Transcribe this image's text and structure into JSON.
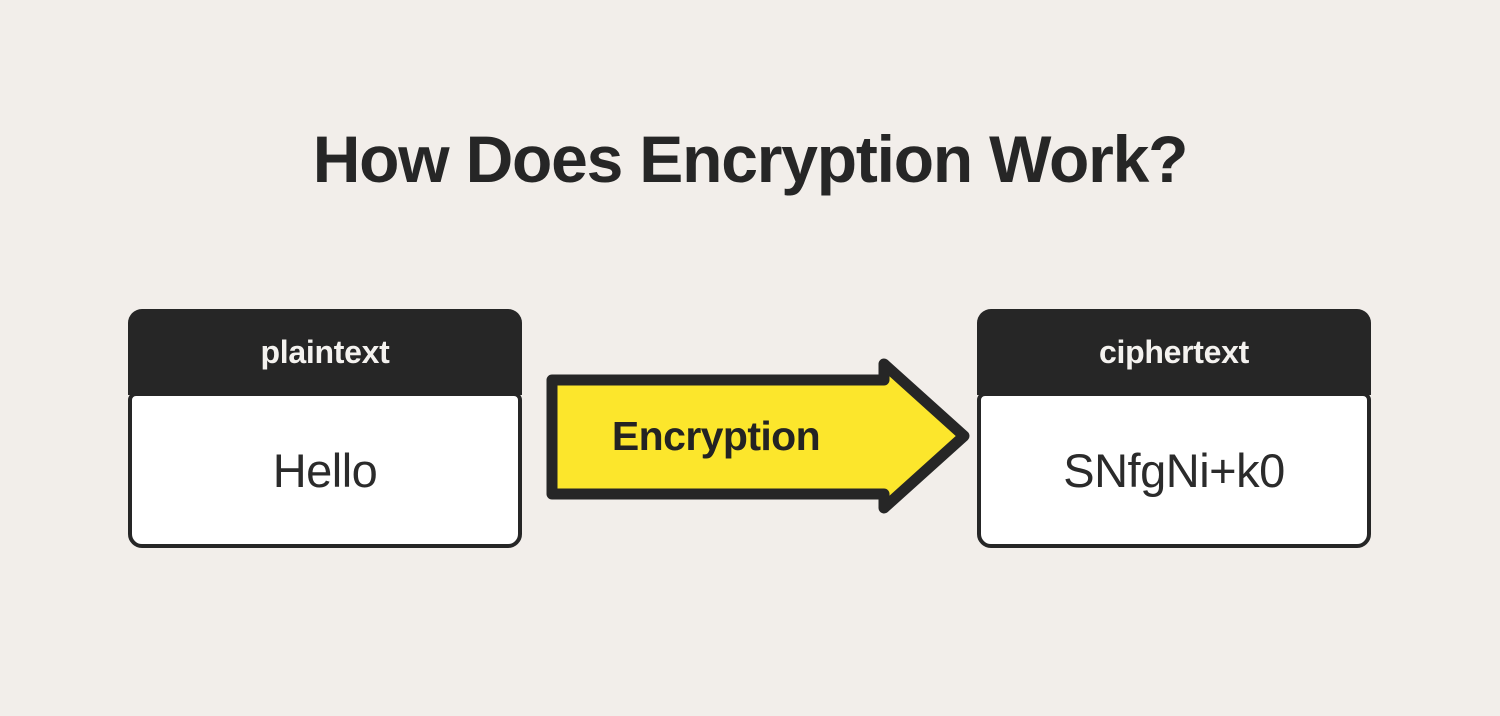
{
  "page": {
    "title": "How Does Encryption Work?",
    "background_color": "#F2EEEA",
    "ink_color": "#262626",
    "accent_color": "#FCE62C"
  },
  "diagram": {
    "input_box": {
      "header_label": "plaintext",
      "value": "Hello",
      "header_background": "#262626",
      "header_text_color": "#F4F2EF",
      "body_background": "#FFFFFF",
      "body_text_color": "#2B2B2B"
    },
    "process_arrow": {
      "label": "Encryption",
      "direction": "right",
      "fill_color": "#FCE62C",
      "outline_color": "#262626",
      "label_color": "#232323"
    },
    "output_box": {
      "header_label": "ciphertext",
      "value": "SNfgNi+k0",
      "header_background": "#262626",
      "header_text_color": "#F4F2EF",
      "body_background": "#FFFFFF",
      "body_text_color": "#2B2B2B"
    }
  }
}
